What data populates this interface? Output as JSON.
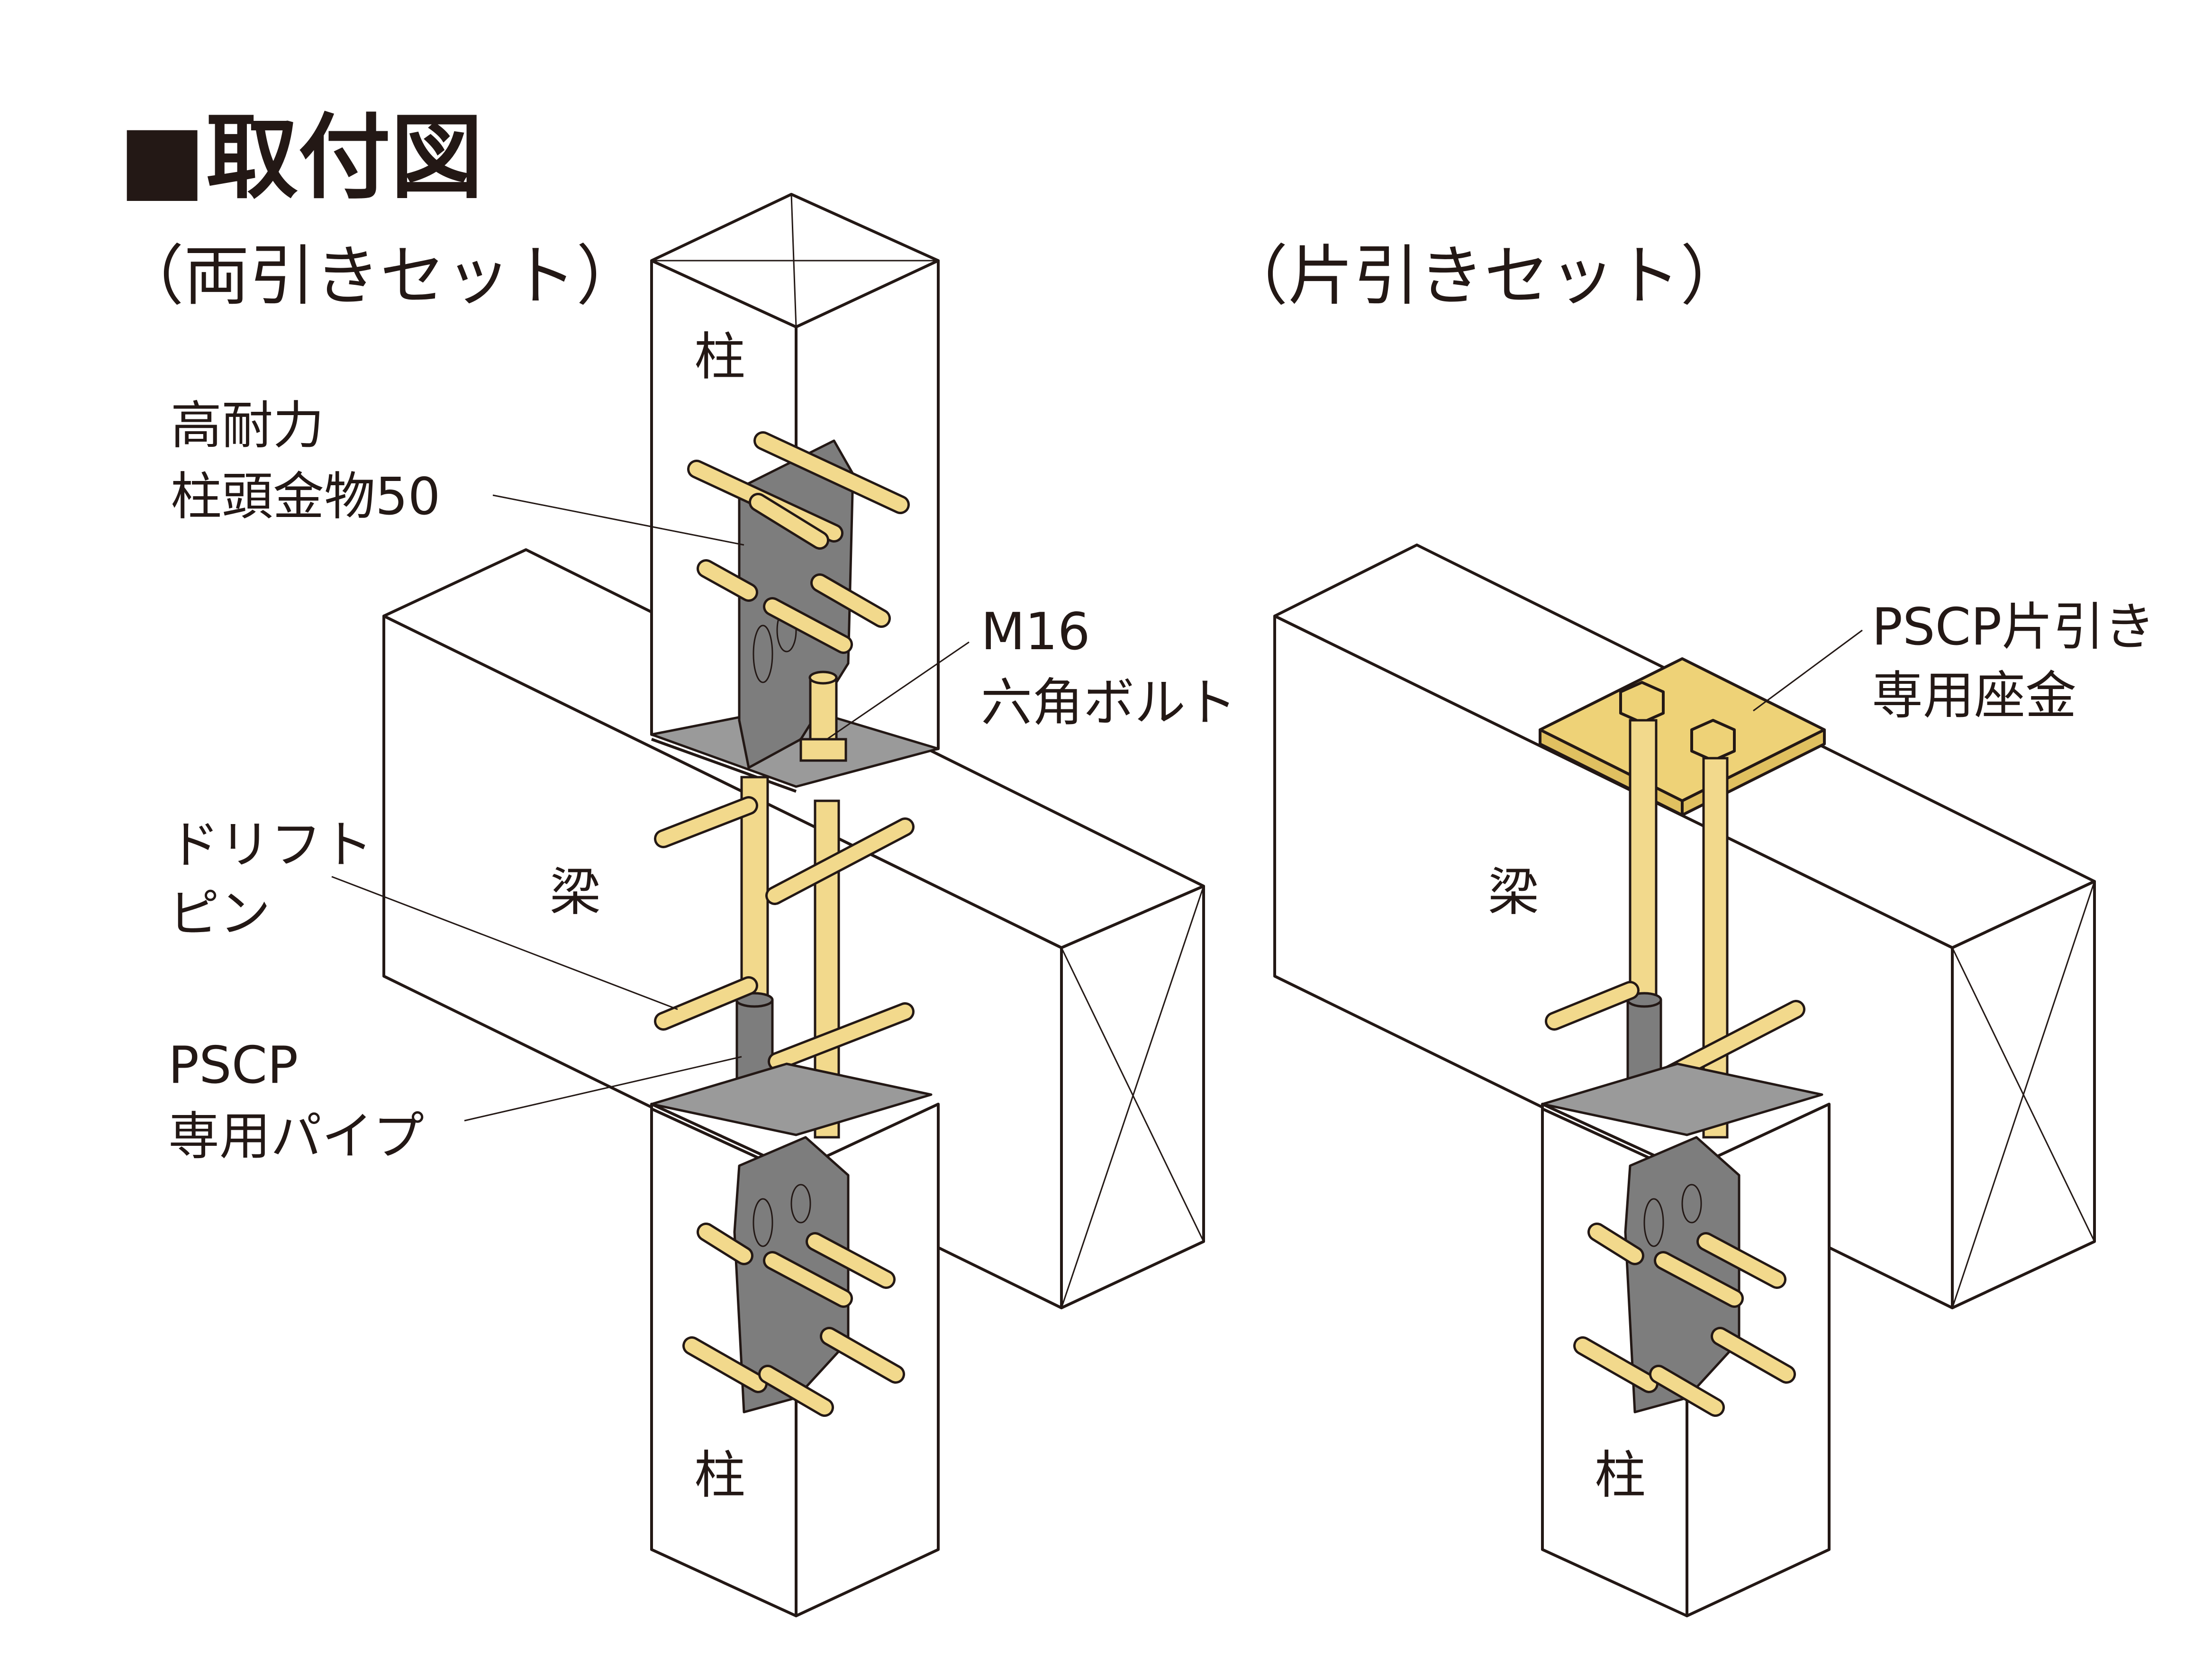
{
  "title": "■取付図",
  "left_set": {
    "heading": "（両引きセット）",
    "column_top_label": "柱",
    "beam_label": "梁",
    "column_bottom_label": "柱",
    "callout_hardware": [
      "高耐力",
      "柱頭金物50"
    ],
    "callout_bolt": [
      "M16",
      "六角ボルト"
    ],
    "callout_pin": [
      "ドリフト",
      "ピン"
    ],
    "callout_pipe": [
      "PSCP",
      "専用パイプ"
    ]
  },
  "right_set": {
    "heading": "（片引きセット）",
    "beam_label": "梁",
    "column_bottom_label": "柱",
    "callout_washer": [
      "PSCP片引き",
      "専用座金"
    ]
  },
  "colors": {
    "line": "#231815",
    "metal": "#7d7d7d",
    "pin": "#f2d98c",
    "washer": "#eed277"
  }
}
